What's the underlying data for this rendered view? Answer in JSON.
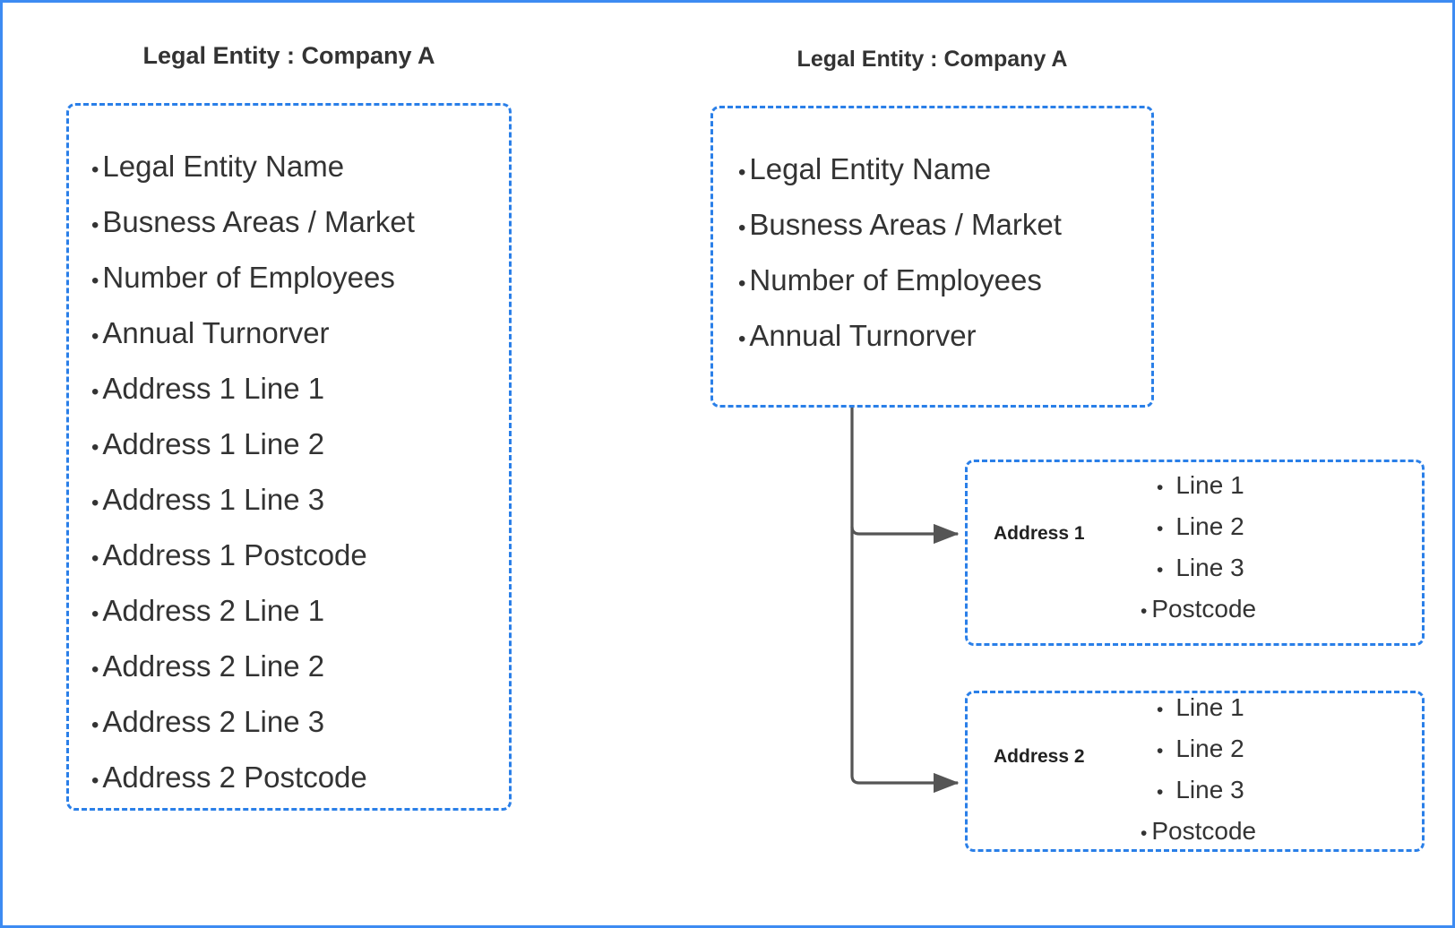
{
  "diagram": {
    "left_panel": {
      "title": "Legal Entity : Company A",
      "bullet_glyph": "•",
      "items": [
        "Legal Entity Name",
        "Busness Areas / Market",
        "Number of Employees",
        "Annual Turnorver",
        "Address 1 Line 1",
        "Address 1 Line 2",
        "Address 1 Line 3",
        "Address 1 Postcode",
        "Address 2 Line 1",
        "Address 2 Line 2",
        "Address 2 Line 3",
        "Address 2 Postcode"
      ]
    },
    "right_panel": {
      "title": "Legal Entity : Company A",
      "bullet_glyph": "•",
      "entity_items": [
        "Legal Entity Name",
        "Busness Areas / Market",
        "Number of Employees",
        "Annual Turnorver"
      ],
      "address_groups": [
        {
          "label": "Address 1",
          "items": [
            "Line 1",
            "Line 2",
            "Line 3",
            "Postcode"
          ]
        },
        {
          "label": "Address 2",
          "items": [
            "Line 1",
            "Line 2",
            "Line 3",
            "Postcode"
          ]
        }
      ]
    },
    "colors": {
      "box_border": "#2a7fe8",
      "frame_border": "#3d8bf2",
      "text": "#333333",
      "connector": "#555555",
      "background": "#ffffff"
    }
  }
}
